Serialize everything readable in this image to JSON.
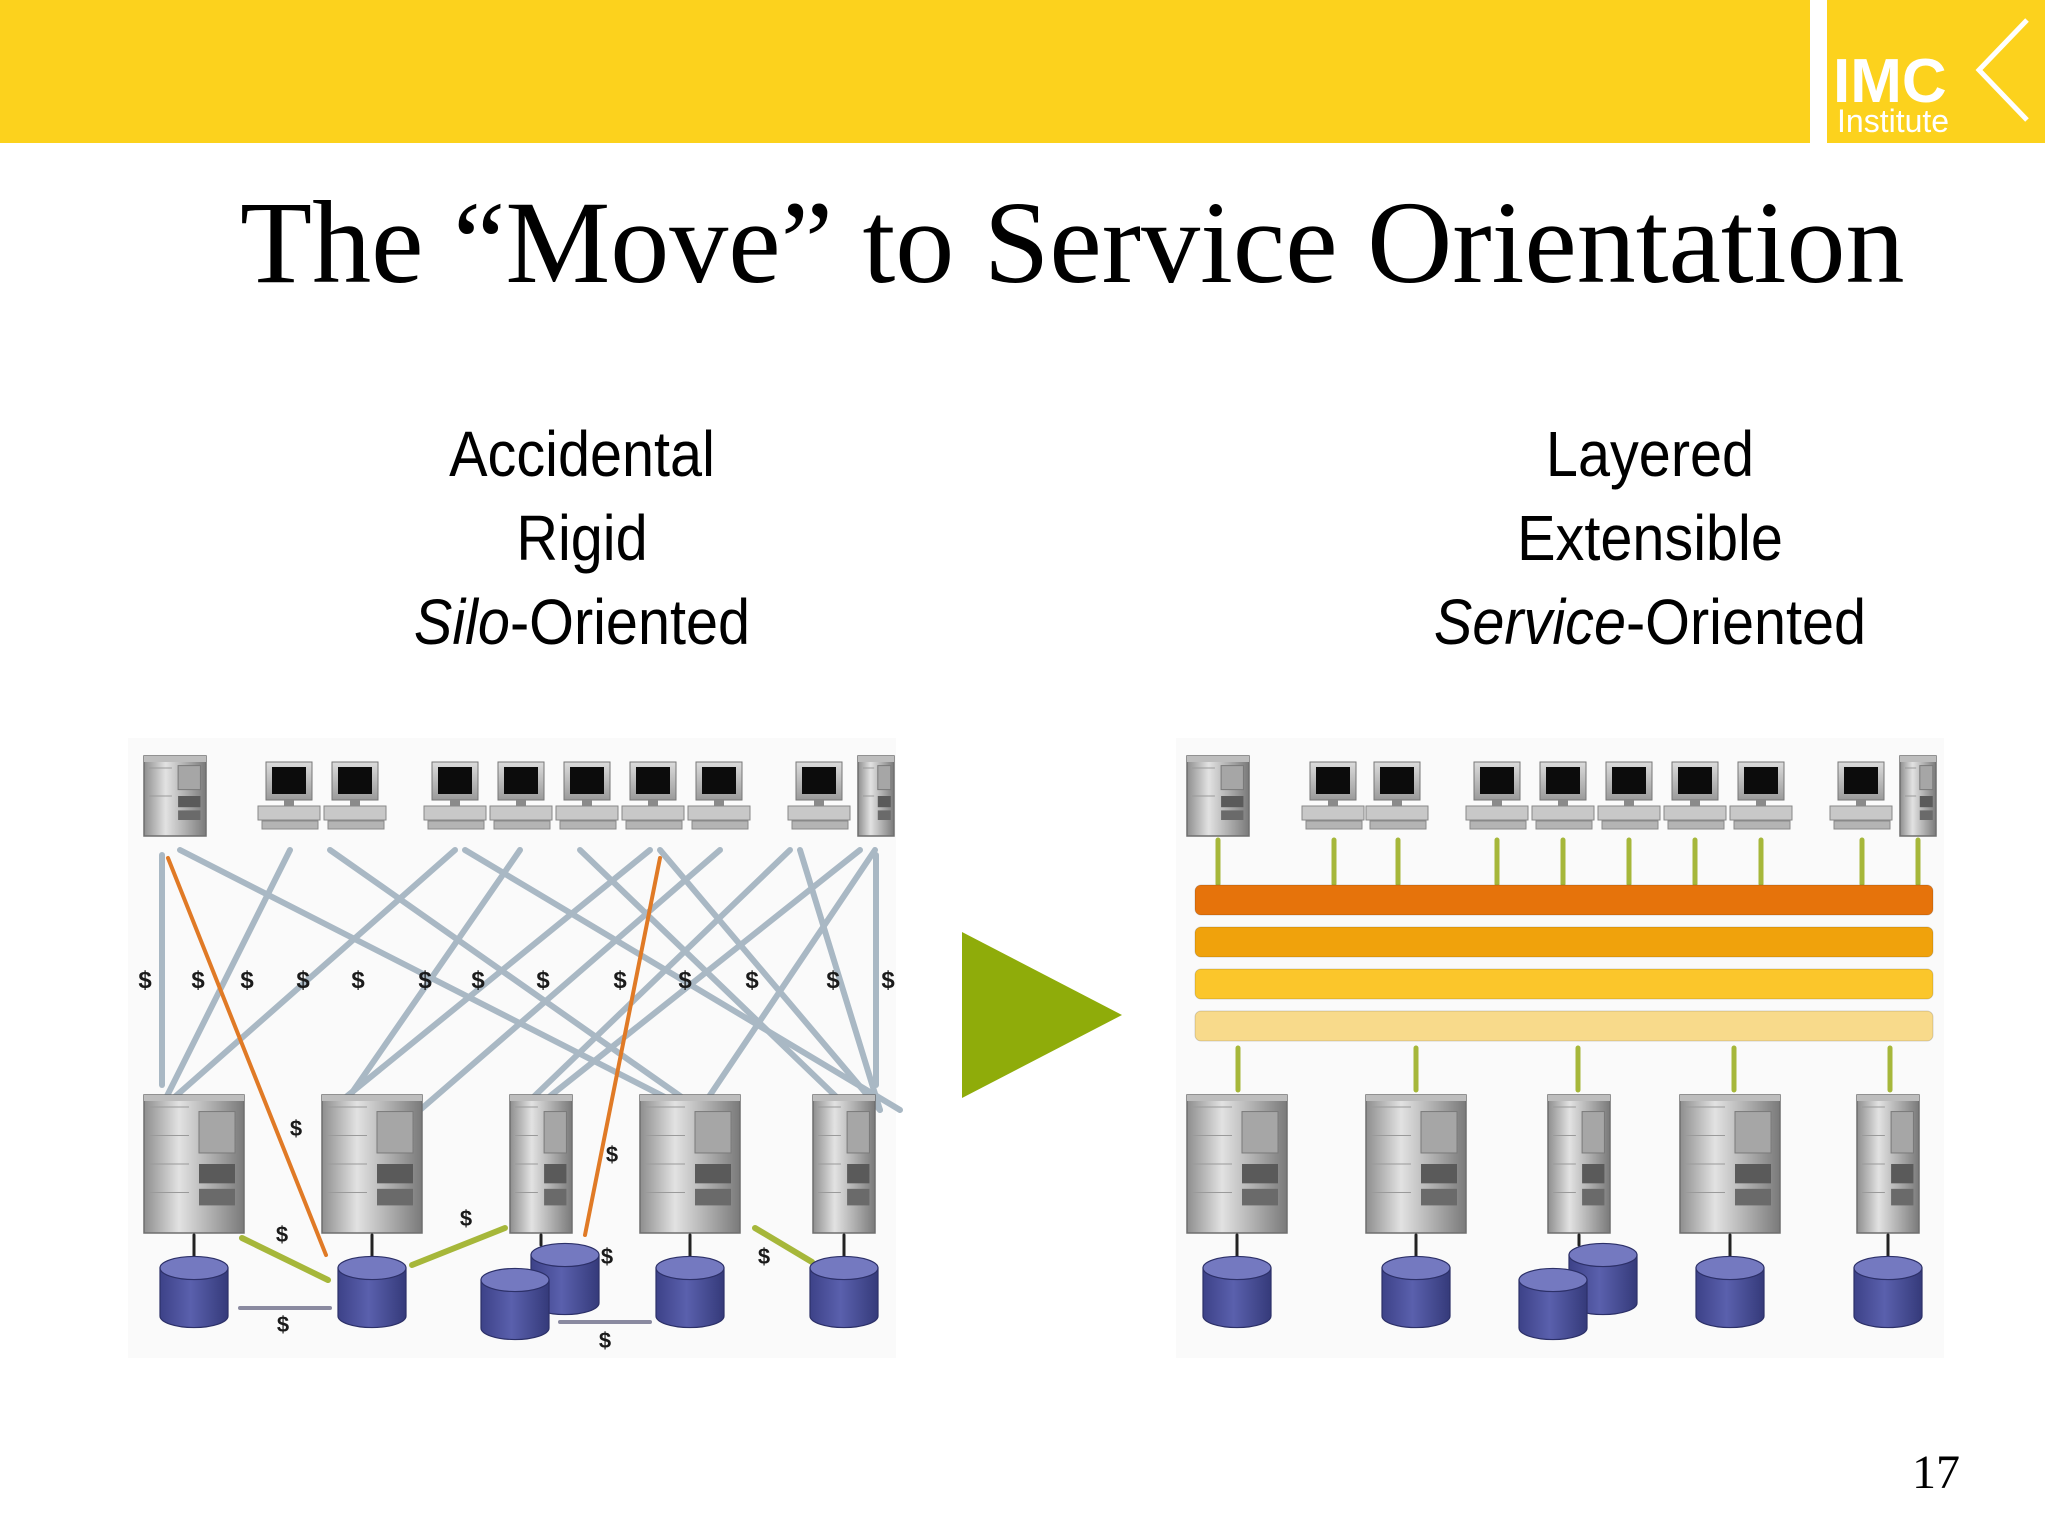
{
  "header": {
    "bar_color": "#fcd21d",
    "logo": {
      "text_main": "IMC",
      "text_sub": "Institute"
    }
  },
  "slide": {
    "title": "The “Move” to Service Orientation",
    "page_number": "17"
  },
  "left_column": {
    "line1": "Accidental",
    "line2": "Rigid",
    "line3_italic": "Silo",
    "line3_rest": "-Oriented"
  },
  "right_column": {
    "line1": "Layered",
    "line2": "Extensible",
    "line3_italic": "Service",
    "line3_rest": "-Oriented"
  },
  "diagram": {
    "link_label": "$",
    "transition_arrow_color": "#8fac0a",
    "layer_colors": [
      "#e6730b",
      "#f0a20c",
      "#fbc62b",
      "#f8da8b"
    ],
    "database_color": "#4a4f9a"
  }
}
